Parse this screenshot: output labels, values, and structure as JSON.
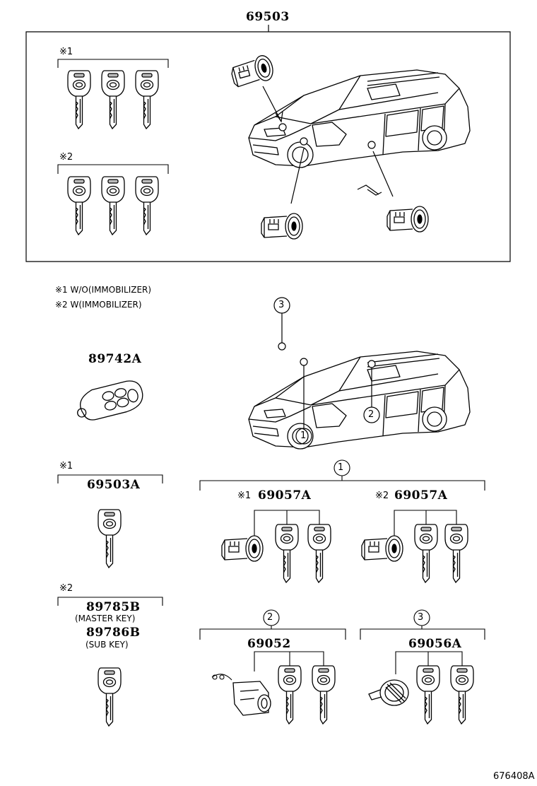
{
  "top_assembly": {
    "part_number": "69503"
  },
  "kit_group_1": {
    "mark": "※1"
  },
  "kit_group_2": {
    "mark": "※2"
  },
  "legend": {
    "note_1": "※1 W/O(IMMOBILIZER)",
    "note_2": "※2 W(IMMOBILIZER)"
  },
  "remote": {
    "part_number": "89742A"
  },
  "callouts": {
    "c1": "1",
    "c2": "2",
    "c3": "3"
  },
  "key_wo_immobilizer": {
    "mark": "※1",
    "part_number": "69503A"
  },
  "key_w_immobilizer": {
    "mark": "※2",
    "master_part_number": "89785B",
    "master_caption": "(MASTER KEY)",
    "sub_part_number": "89786B",
    "sub_caption": "(SUB KEY)"
  },
  "set_1": {
    "callout": "1",
    "variant_a_mark": "※1",
    "variant_a_part_number": "69057A",
    "variant_b_mark": "※2",
    "variant_b_part_number": "69057A"
  },
  "set_2": {
    "callout": "2",
    "part_number": "69052"
  },
  "set_3": {
    "callout": "3",
    "part_number": "69056A"
  },
  "figure_id": "676408A"
}
